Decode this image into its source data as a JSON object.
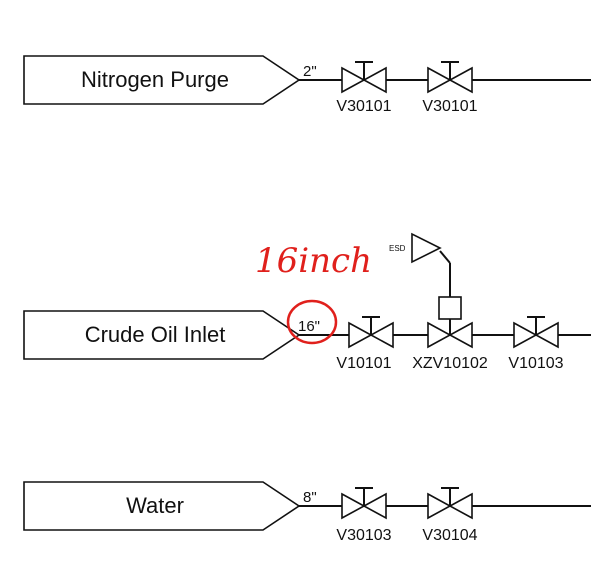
{
  "lines": [
    {
      "id": "nitrogen",
      "source_label": "Nitrogen Purge",
      "pipe_size": "2\"",
      "valves": [
        {
          "tag": "V30101",
          "type": "manual"
        },
        {
          "tag": "V30101",
          "type": "manual"
        }
      ]
    },
    {
      "id": "crude",
      "source_label": "Crude Oil Inlet",
      "pipe_size": "16\"",
      "valves": [
        {
          "tag": "V10101",
          "type": "manual"
        },
        {
          "tag": "XZV10102",
          "type": "actuated"
        },
        {
          "tag": "V10103",
          "type": "manual"
        }
      ],
      "esd_label": "ESD"
    },
    {
      "id": "water",
      "source_label": "Water",
      "pipe_size": "8\"",
      "valves": [
        {
          "tag": "V30103",
          "type": "manual"
        },
        {
          "tag": "V30104",
          "type": "manual"
        }
      ]
    }
  ],
  "annotation": {
    "handwritten_text": "16inch",
    "color": "#e0201c"
  },
  "colors": {
    "line": "#111111",
    "annotation": "#e0201c"
  }
}
